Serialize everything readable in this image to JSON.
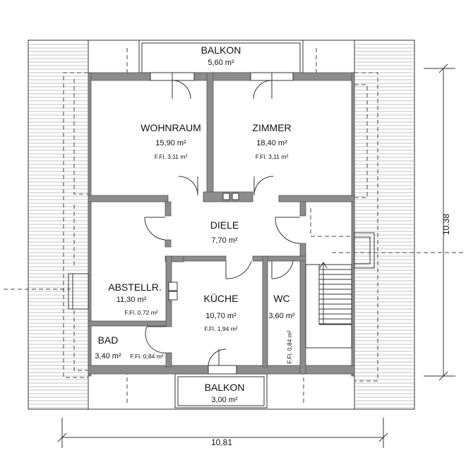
{
  "rooms": {
    "balkon_top": {
      "name": "BALKON",
      "area": "5,60 m²"
    },
    "wohnraum": {
      "name": "WOHNRAUM",
      "area": "15,90 m²",
      "ffl": "F.Fl. 3,11 m²"
    },
    "zimmer": {
      "name": "ZIMMER",
      "area": "18,40 m²",
      "ffl": "F.Fl. 3,11 m²"
    },
    "diele": {
      "name": "DIELE",
      "area": "7,70 m²"
    },
    "abstell": {
      "name": "ABSTELLR.",
      "area": "11,30 m²",
      "ffl": "F.Fl. 0,72 m²"
    },
    "kueche": {
      "name": "KÜCHE",
      "area": "10,70 m²",
      "ffl": "F.Fl. 1,94 m²"
    },
    "wc": {
      "name": "WC",
      "area": "3,60 m²",
      "ffl": "F.Fl. 0,84 m²"
    },
    "bad": {
      "name": "BAD",
      "area": "3,40 m²",
      "ffl": "F.Fl. 0,84 m²"
    },
    "balkon_bottom": {
      "name": "BALKON",
      "area": "3,00 m²"
    }
  },
  "dimensions": {
    "width": "10,81",
    "height": "10.38"
  }
}
